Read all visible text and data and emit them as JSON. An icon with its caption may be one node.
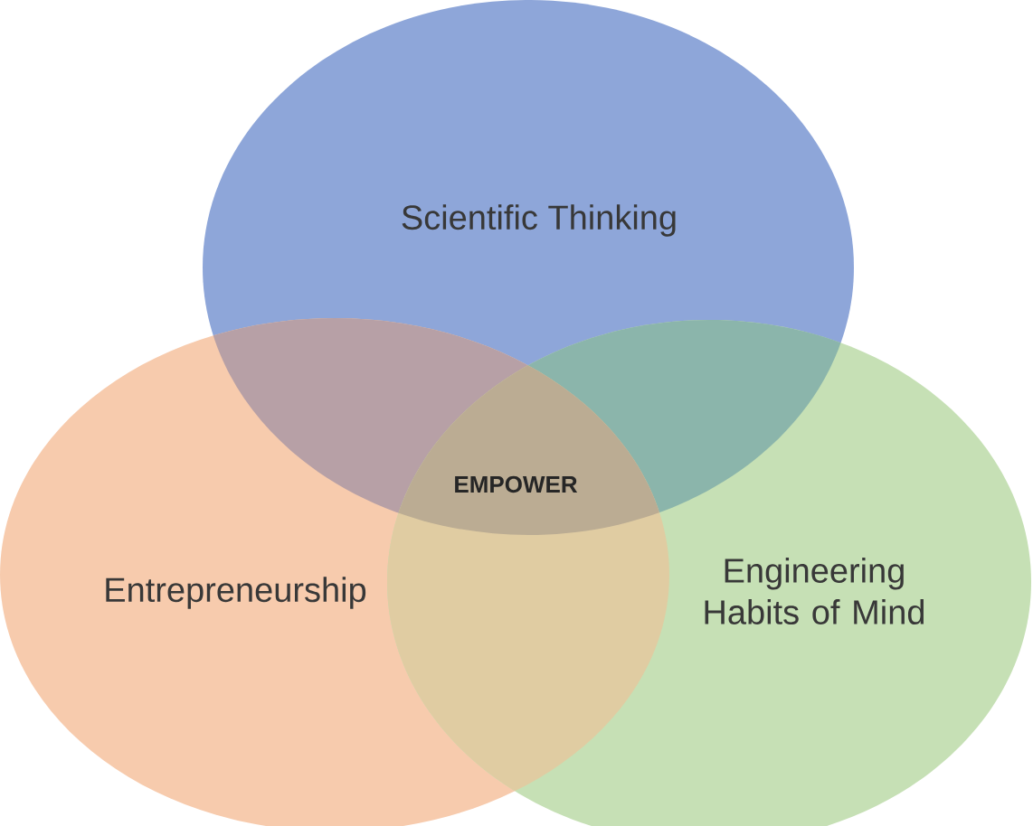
{
  "diagram": {
    "nodes": [
      {
        "text": [
          "Scientific Thinking"
        ]
      },
      {
        "text": [
          "Entrepreneurship"
        ]
      },
      {
        "text": [
          "Engineering Habits of Mind"
        ]
      }
    ],
    "labels": [
      "EMPOWER"
    ]
  }
}
